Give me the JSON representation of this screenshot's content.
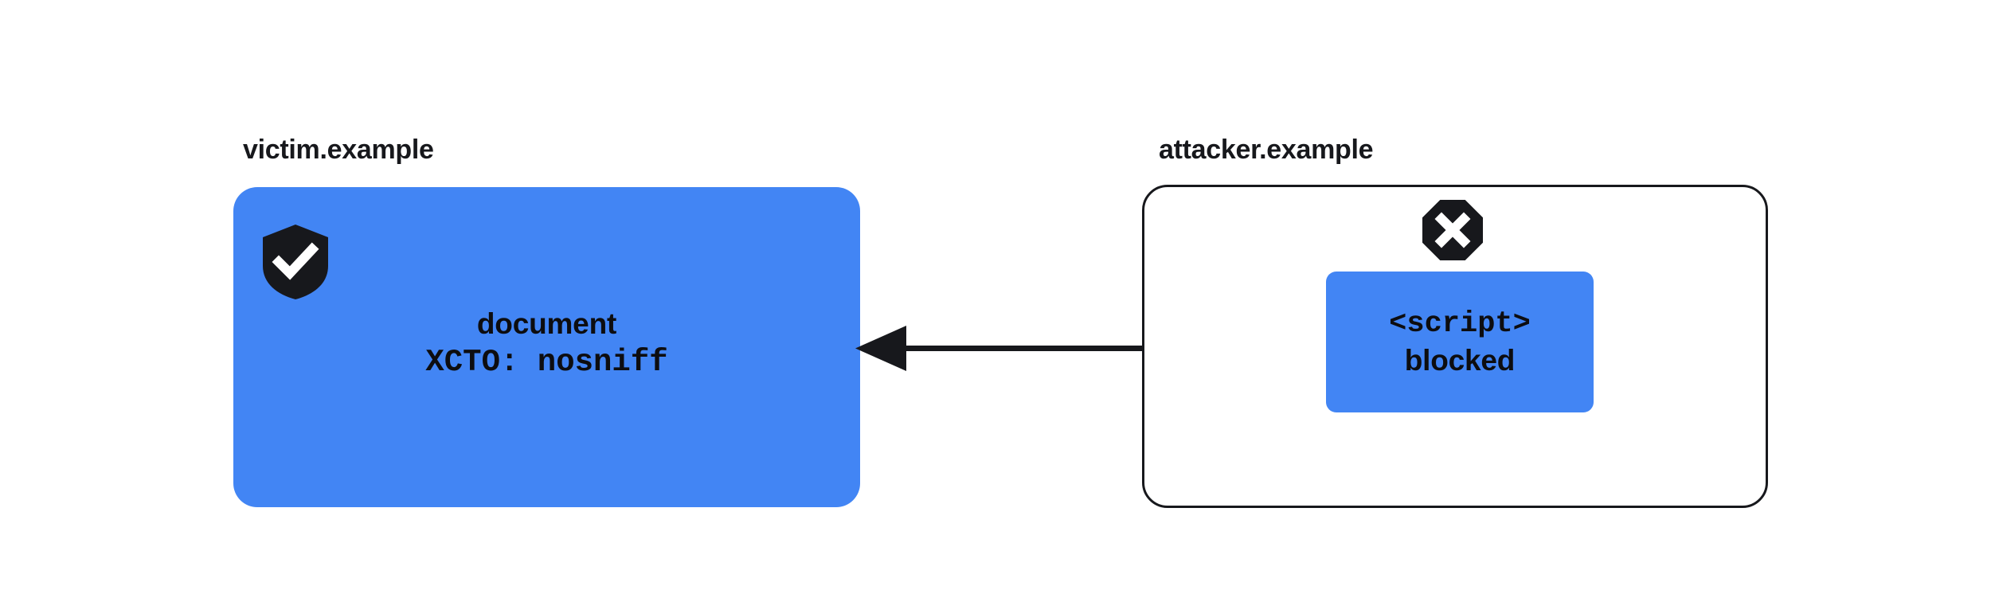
{
  "diagram": {
    "title_victim": "victim.example",
    "title_attacker": "attacker.example",
    "colors": {
      "blue": "#4285F4",
      "ink": "#17181C",
      "background": "#FFFFFF"
    },
    "victim": {
      "label": "victim.example",
      "icon": "shield-check-icon",
      "lines": [
        "document",
        "XCTO: nosniff"
      ],
      "line_document": "document",
      "line_header": "XCTO: nosniff"
    },
    "attacker": {
      "label": "attacker.example",
      "icon": "octagon-x-icon",
      "script_box": {
        "line_tag": "<script>",
        "line_status": "blocked"
      }
    },
    "arrow": {
      "name": "blocked-request-arrow",
      "direction": "left",
      "from": "attacker.example",
      "to": "victim.example"
    }
  }
}
